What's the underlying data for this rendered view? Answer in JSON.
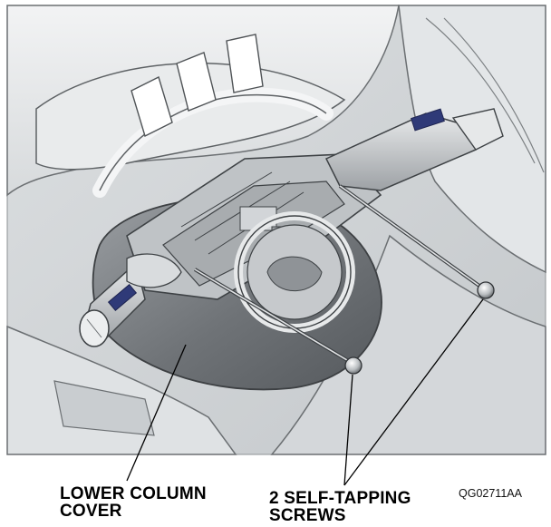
{
  "callouts": {
    "lower_column_cover": "LOWER COLUMN\nCOVER",
    "self_tapping_screws": "2 SELF-TAPPING\nSCREWS"
  },
  "figure_code": "QG02711AA"
}
